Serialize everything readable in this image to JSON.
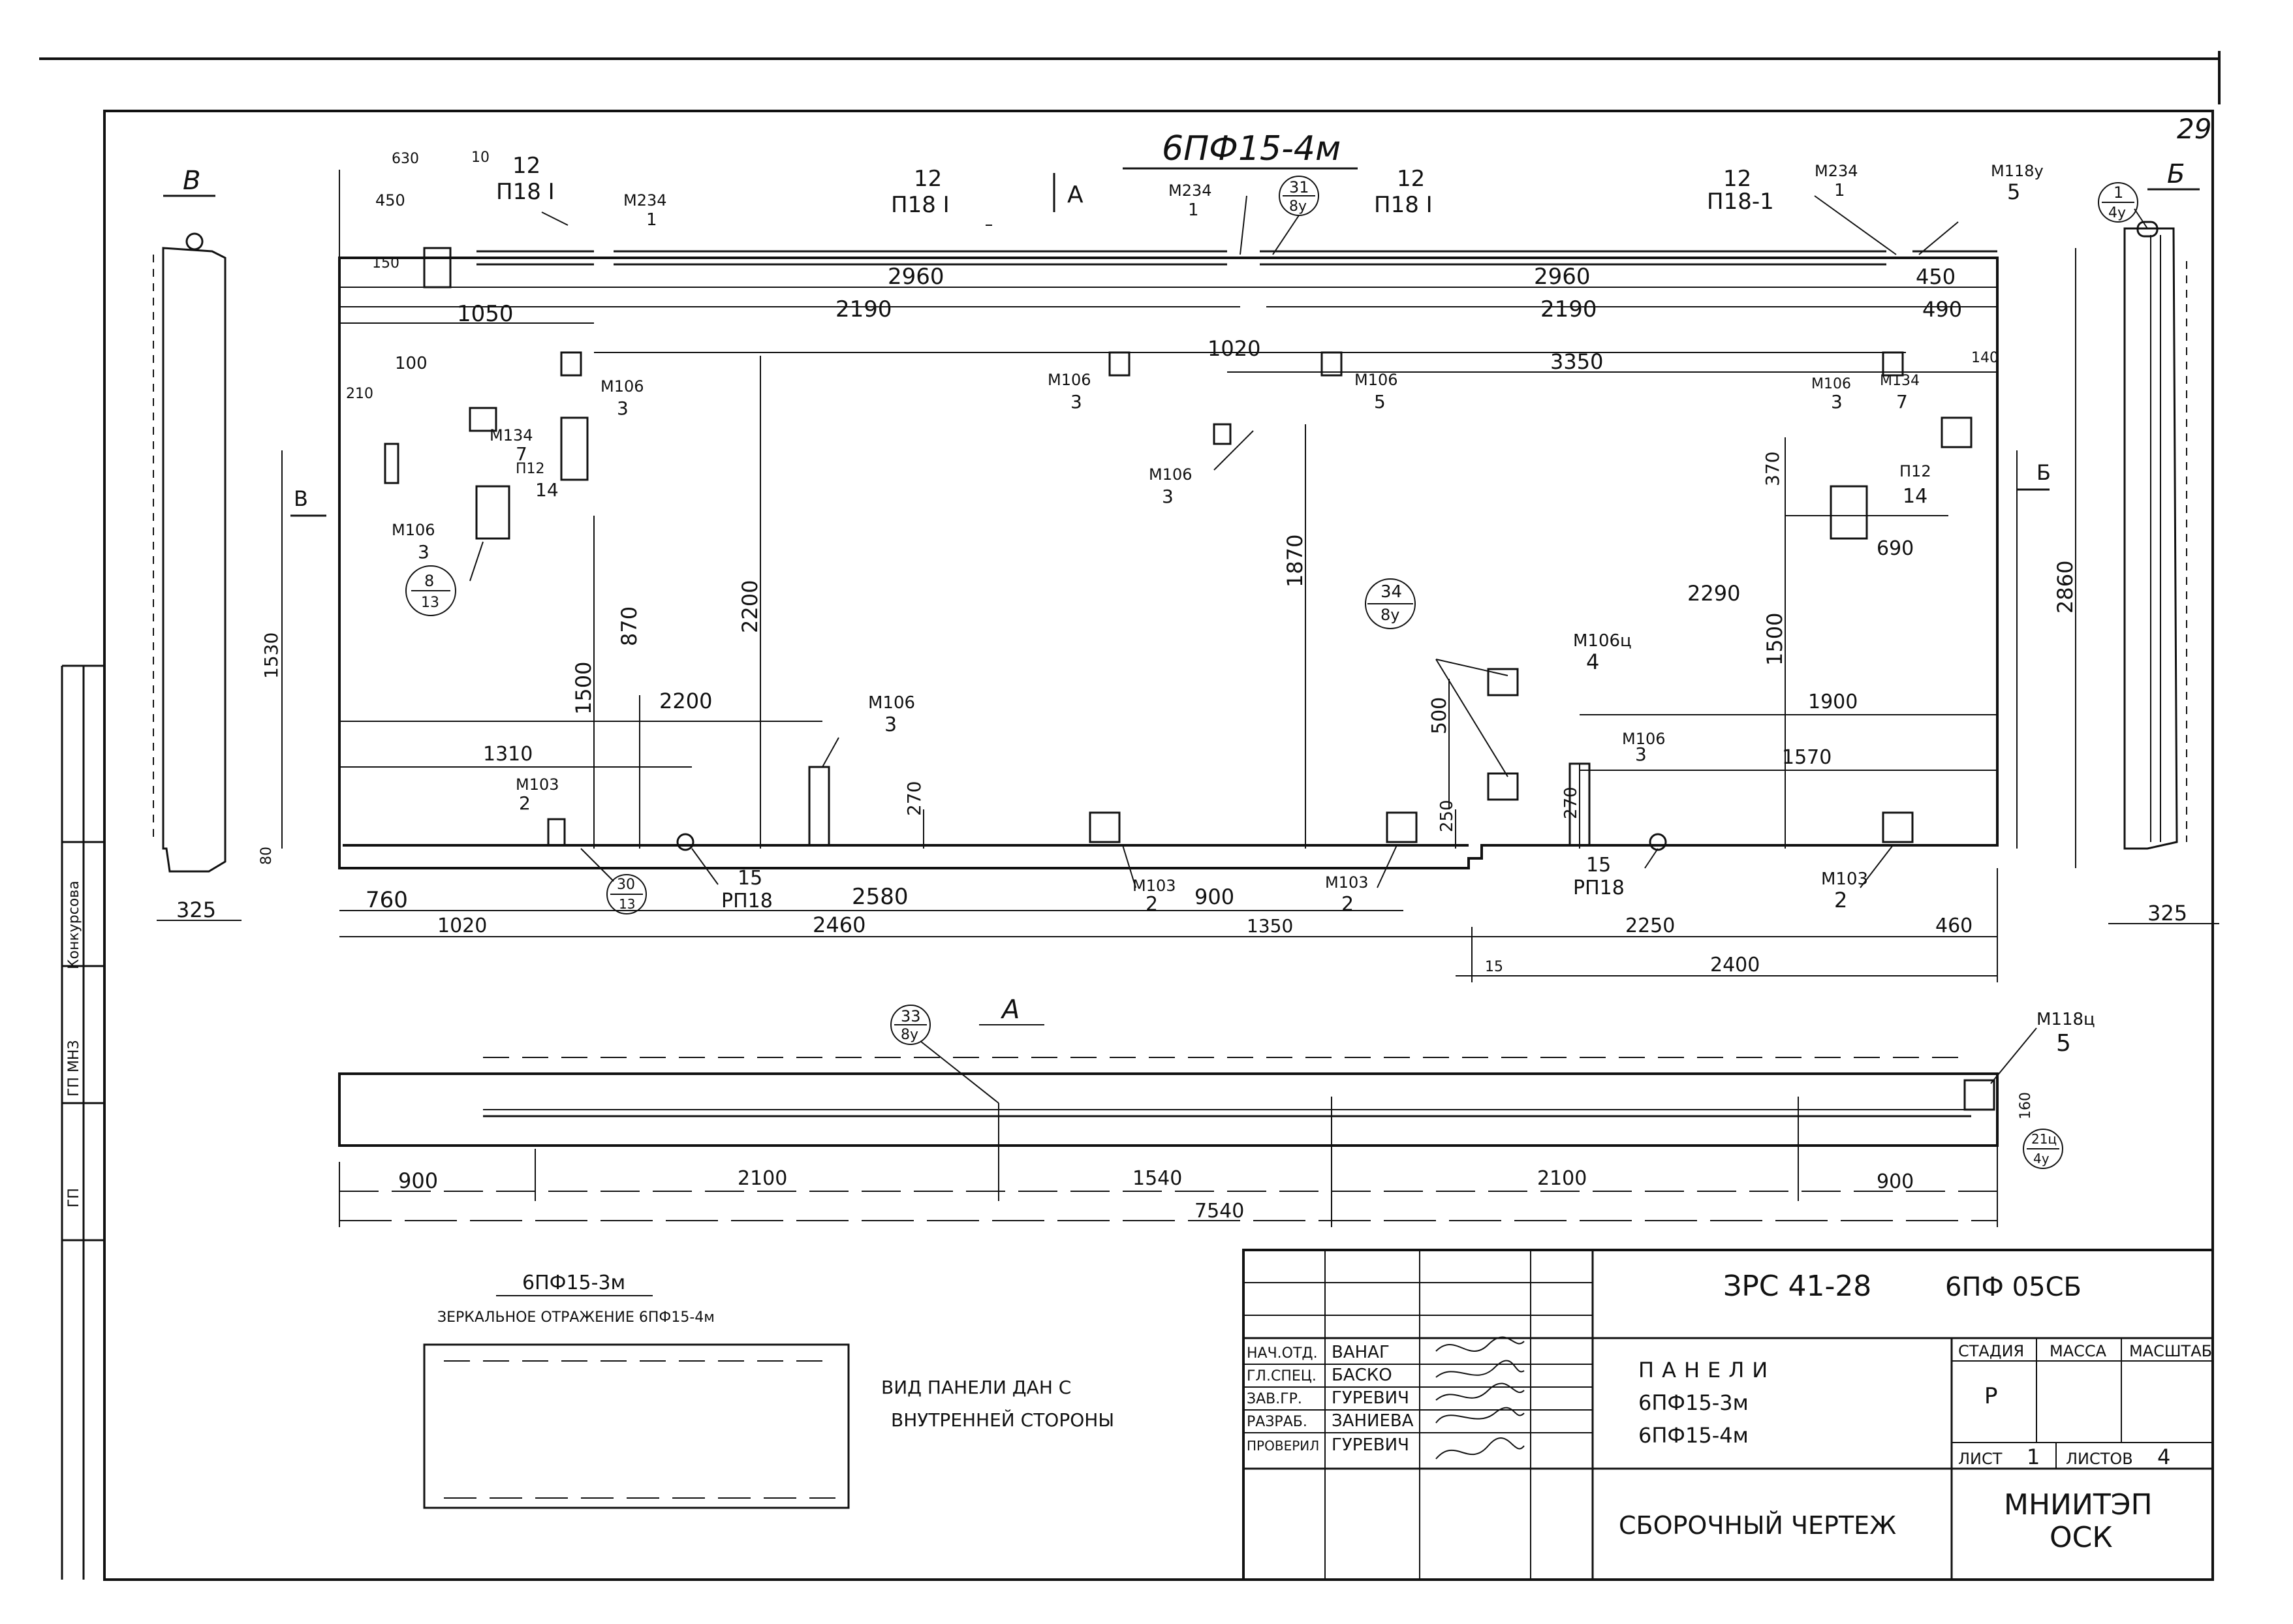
{
  "page_number": "29",
  "main_view": {
    "title": "6ПФ15-4м",
    "dims": {
      "d630": "630",
      "d450": "450",
      "d150": "150",
      "d10": "10",
      "d1050": "1050",
      "d100": "100",
      "d210": "210",
      "d1530": "1530",
      "d80": "80",
      "d870": "870",
      "d1500a": "1500",
      "d2200v": "2200",
      "d1870": "1870",
      "d2290": "2290",
      "d1500b": "1500",
      "d370": "370",
      "d2860": "2860",
      "d140": "140",
      "d690": "690",
      "top2960a": "2960",
      "top2960b": "2960",
      "top450": "450",
      "d2190a": "2190",
      "d1020top": "1020",
      "d2190b": "2190",
      "d490": "490",
      "d3350": "3350",
      "d2200h": "2200",
      "d1310": "1310",
      "d270a": "270",
      "d500": "500",
      "d250": "250",
      "d270b": "270",
      "d1900": "1900",
      "d1570": "1570",
      "b760": "760",
      "b2580": "2580",
      "b1020": "1020",
      "b2460": "2460",
      "b900": "900",
      "b1350": "1350",
      "b2250": "2250",
      "b460": "460",
      "b15": "15",
      "b2400": "2400"
    },
    "labels": {
      "p18_top_left_num": "12",
      "p18_top_left": "П18 I",
      "p18_mid_num": "12",
      "p18_mid": "П18 I",
      "p18_right_mid_num": "12",
      "p18_right_mid": "П18 I",
      "p18_right_num": "12",
      "p18_right": "П18-1",
      "m234_left": "М234",
      "m234_left_n": "1",
      "m234_mid": "М234",
      "m234_mid_n": "1",
      "m234_right": "М234",
      "m234_right_n": "1",
      "m118_top": "М118у",
      "m118_top_n": "5",
      "section_a": "А",
      "m106_1": "М106",
      "m106_1n": "3",
      "m106_2": "М106",
      "m106_2n": "3",
      "m106_3": "М106",
      "m106_3n": "3",
      "m106_4": "М106",
      "m106_4n": "5",
      "m106_5": "М106",
      "m106_5n": "3",
      "m106_6": "М106",
      "m106_6n": "3",
      "m106_7": "М106",
      "m106_7n": "3",
      "m106_8": "М106",
      "m106_8n": "3",
      "m134_left": "М134",
      "m134_left_n": "7",
      "m134_right": "М134",
      "m134_right_n": "7",
      "p12_left": "П12",
      "p12_left_n": "14",
      "p12_right": "П12",
      "p12_right_n": "14",
      "m106u": "М106ц",
      "m106u_n": "4",
      "m103_1": "М103",
      "m103_1n": "2",
      "m103_2": "М103",
      "m103_2n": "2",
      "m103_3": "М103",
      "m103_3n": "2",
      "m103_4": "М103",
      "m103_4n": "2",
      "rp18_left_n": "15",
      "rp18_left": "РП18",
      "rp18_right_n": "15",
      "rp18_right": "РП18",
      "arrow_v": "В",
      "arrow_b": "Б"
    },
    "callouts": [
      {
        "top": "31",
        "bottom": "8у"
      },
      {
        "top": "1",
        "bottom": "4у"
      },
      {
        "top": "8",
        "bottom": "13"
      },
      {
        "top": "34",
        "bottom": "8у"
      },
      {
        "top": "30",
        "bottom": "13"
      }
    ]
  },
  "side_view_v": {
    "label": "В",
    "dim": "325"
  },
  "side_view_b": {
    "label": "Б",
    "dim": "325"
  },
  "view_a": {
    "label": "А",
    "callout_top": {
      "top": "33",
      "bottom": "8у"
    },
    "callout_right": {
      "top": "21ц",
      "bottom": "4у"
    },
    "m118": "М118ц",
    "m118_n": "5",
    "d160": "160",
    "dims": [
      "900",
      "2100",
      "1540",
      "2100",
      "900"
    ],
    "overall": "7540"
  },
  "mirror_note": {
    "title": "6ПФ15-3м",
    "text": "ЗЕРКАЛЬНОЕ ОТРАЖЕНИЕ 6ПФ15-4м"
  },
  "view_note": {
    "line1": "ВИД ПАНЕЛИ ДАН С",
    "line2": "ВНУТРЕННЕЙ СТОРОНЫ"
  },
  "left_strip": [
    "Конкурсова",
    "ГП МНЗ",
    "ГП"
  ],
  "title_block": {
    "code": "ЗРС 41-28",
    "sheet_code": "6ПФ 05СБ",
    "staff": [
      {
        "role": "НАЧ.ОТД.",
        "name": "ВАНАГ"
      },
      {
        "role": "ГЛ.СПЕЦ.",
        "name": "БАСКО"
      },
      {
        "role": "ЗАВ.ГР.",
        "name": "ГУРЕВИЧ"
      },
      {
        "role": "РАЗРАБ.",
        "name": "ЗАНИЕВА"
      },
      {
        "role": "ПРОВЕРИЛ",
        "name": "ГУРЕВИЧ"
      }
    ],
    "product_line1": "ПАНЕЛИ",
    "product_line2": "6ПФ15-3м",
    "product_line3": "6ПФ15-4м",
    "doc_type": "СБОРОЧНЫЙ ЧЕРТЕЖ",
    "h_stage": "СТАДИЯ",
    "h_mass": "МАССА",
    "h_scale": "МАСШТАБ",
    "stage": "Р",
    "h_sheet": "ЛИСТ",
    "sheet": "1",
    "h_sheets": "ЛИСТОВ",
    "sheets": "4",
    "org1": "МНИИТЭП",
    "org2": "ОСК"
  }
}
